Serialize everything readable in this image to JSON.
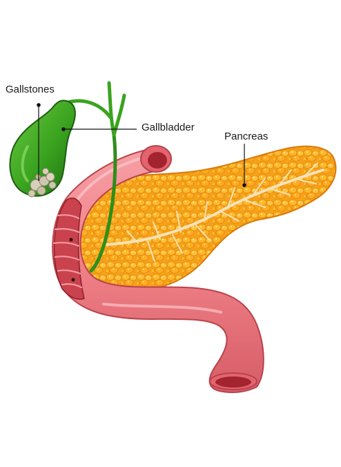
{
  "labels": {
    "gallstones": "Gallstones",
    "gallbladder": "Gallbladder",
    "pancreas": "Pancreas"
  },
  "colors": {
    "gallbladder": "#3aa31f",
    "gallbladder_dark": "#1f6f12",
    "pancreas": "#f59b12",
    "pancreas_light": "#ffc233",
    "duct": "#f6dcae",
    "duodenum": "#ef7f86",
    "duodenum_dark": "#c7424d",
    "gallstones": "#cfc6b0",
    "leader_line": "#111111"
  }
}
